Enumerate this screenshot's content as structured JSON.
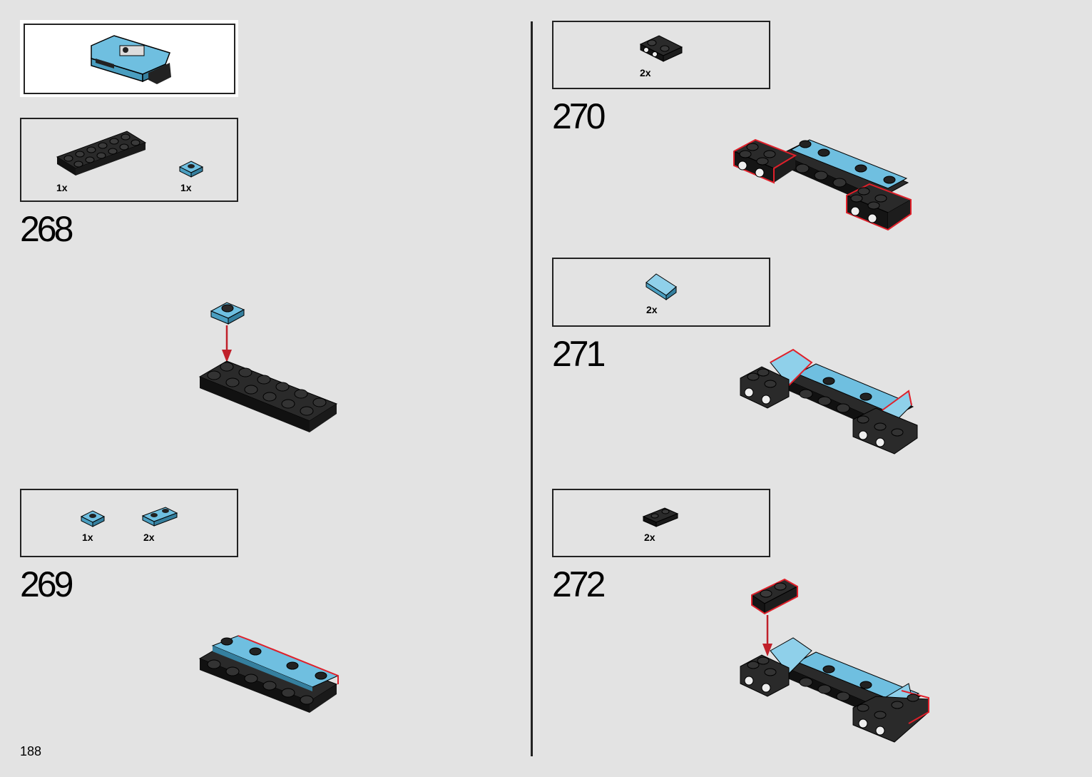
{
  "page_number": "188",
  "colors": {
    "background": "#e3e3e3",
    "brick_dark": "#1f1f1f",
    "brick_blue": "#6fbfe0",
    "highlight": "#e0202a"
  },
  "steps": [
    {
      "number": "268",
      "parts": [
        {
          "qty": "1x",
          "icon": "plate-2x6-black"
        },
        {
          "qty": "1x",
          "icon": "plate-1x1-blue"
        }
      ]
    },
    {
      "number": "269",
      "parts": [
        {
          "qty": "1x",
          "icon": "plate-1x1-blue"
        },
        {
          "qty": "2x",
          "icon": "plate-1x2-blue"
        }
      ]
    },
    {
      "number": "270",
      "parts": [
        {
          "qty": "2x",
          "icon": "bracket-black"
        }
      ]
    },
    {
      "number": "271",
      "parts": [
        {
          "qty": "2x",
          "icon": "slope-blue"
        }
      ]
    },
    {
      "number": "272",
      "parts": [
        {
          "qty": "2x",
          "icon": "plate-1x2-black"
        }
      ]
    }
  ]
}
